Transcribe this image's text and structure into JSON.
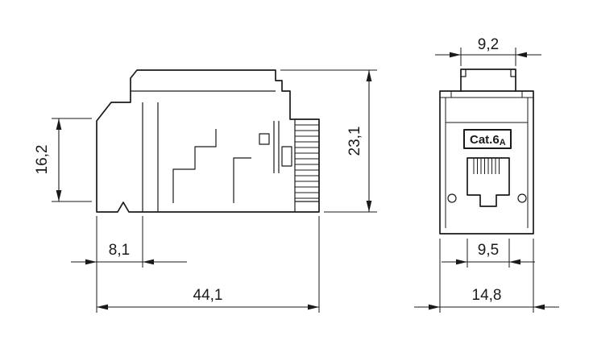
{
  "page": {
    "background_color": "#ffffff",
    "line_color": "#1a1a1a",
    "description": "Technical dimension drawing of a Cat.6A keystone jack module, side view and front view"
  },
  "side_view": {
    "name": "side-view",
    "dimensions": {
      "height_partial": "16,2",
      "height_total": "23,1",
      "depth_front": "8,1",
      "length_total": "44,1"
    }
  },
  "front_view": {
    "name": "front-view",
    "label": "Cat.6",
    "label_subscript": "A",
    "dimensions": {
      "tab_width": "9,2",
      "jack_width": "9,5",
      "body_width": "14,8"
    }
  }
}
